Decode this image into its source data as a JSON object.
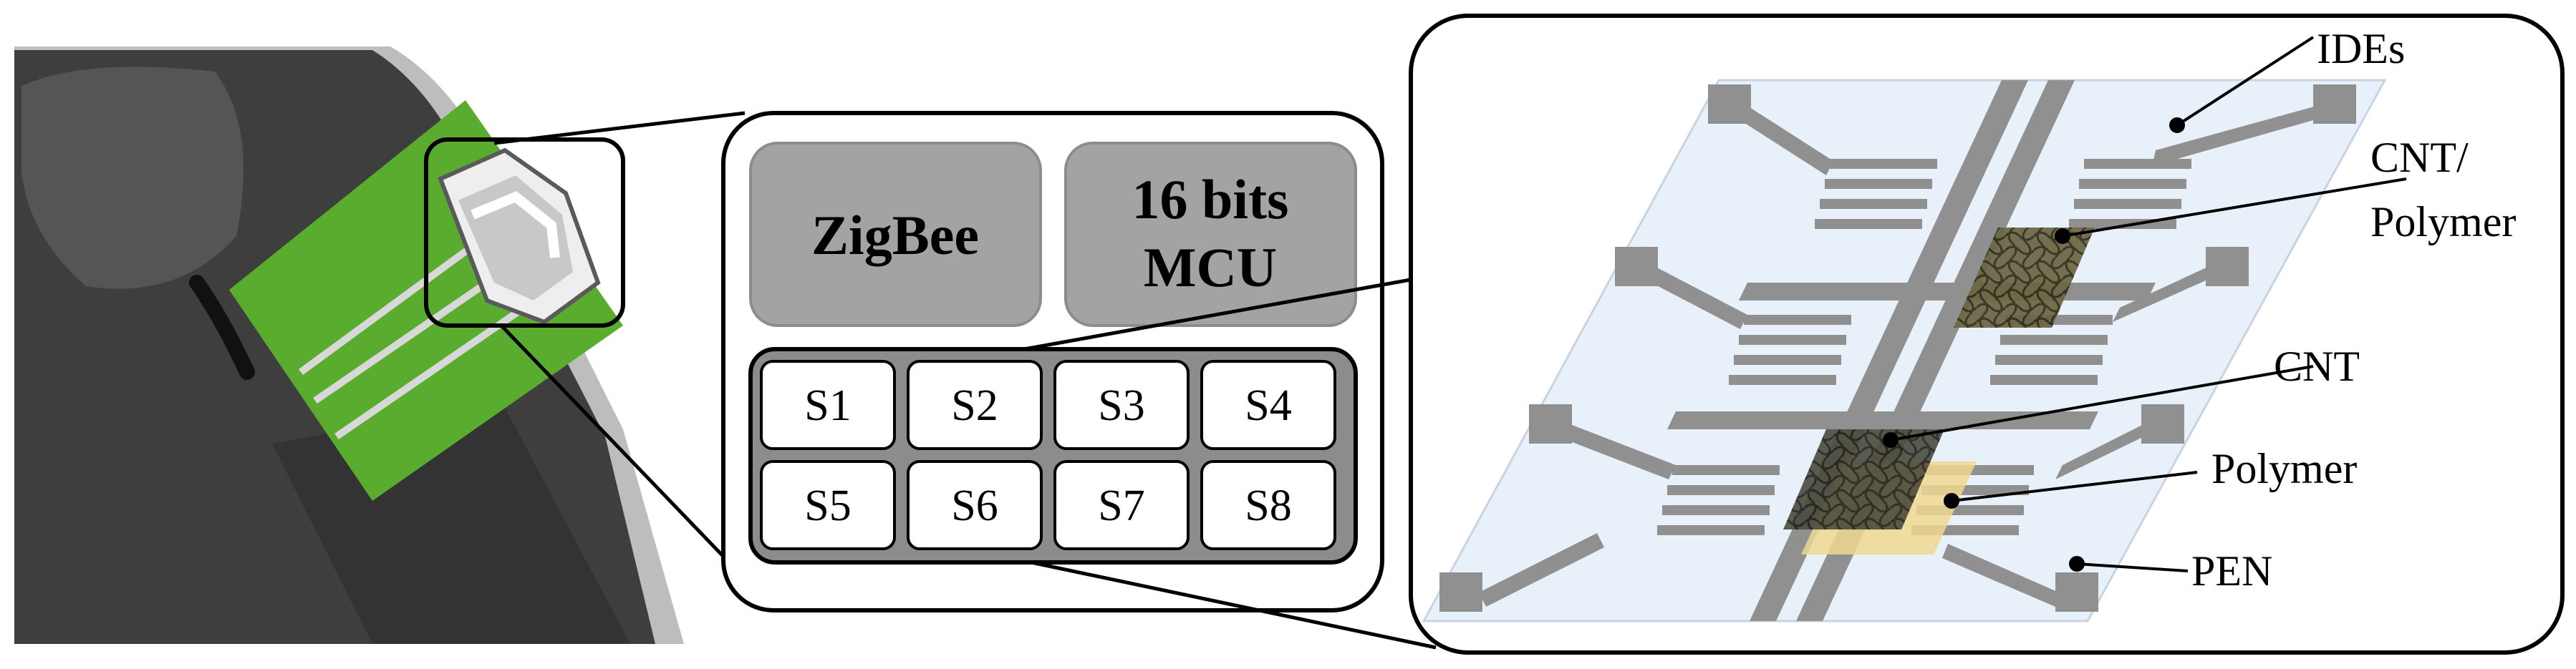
{
  "modules": {
    "radio": "ZigBee",
    "mcu_line1": "16 bits",
    "mcu_line2": "MCU"
  },
  "sensors": [
    "S1",
    "S2",
    "S3",
    "S4",
    "S5",
    "S6",
    "S7",
    "S8"
  ],
  "callouts": {
    "ides": "IDEs",
    "cnt_polymer_line1": "CNT/",
    "cnt_polymer_line2": "Polymer",
    "cnt": "CNT",
    "polymer": "Polymer",
    "pen": "PEN"
  },
  "colors": {
    "band": "#5aac2e",
    "limb": "#3e3e3e",
    "module_fill": "#a3a3a3",
    "array_fill": "#8c8c8c",
    "substrate": "#e8f0fa",
    "electrode": "#909090",
    "polymer": "#f0d890",
    "cnt": "#3a3a30"
  }
}
